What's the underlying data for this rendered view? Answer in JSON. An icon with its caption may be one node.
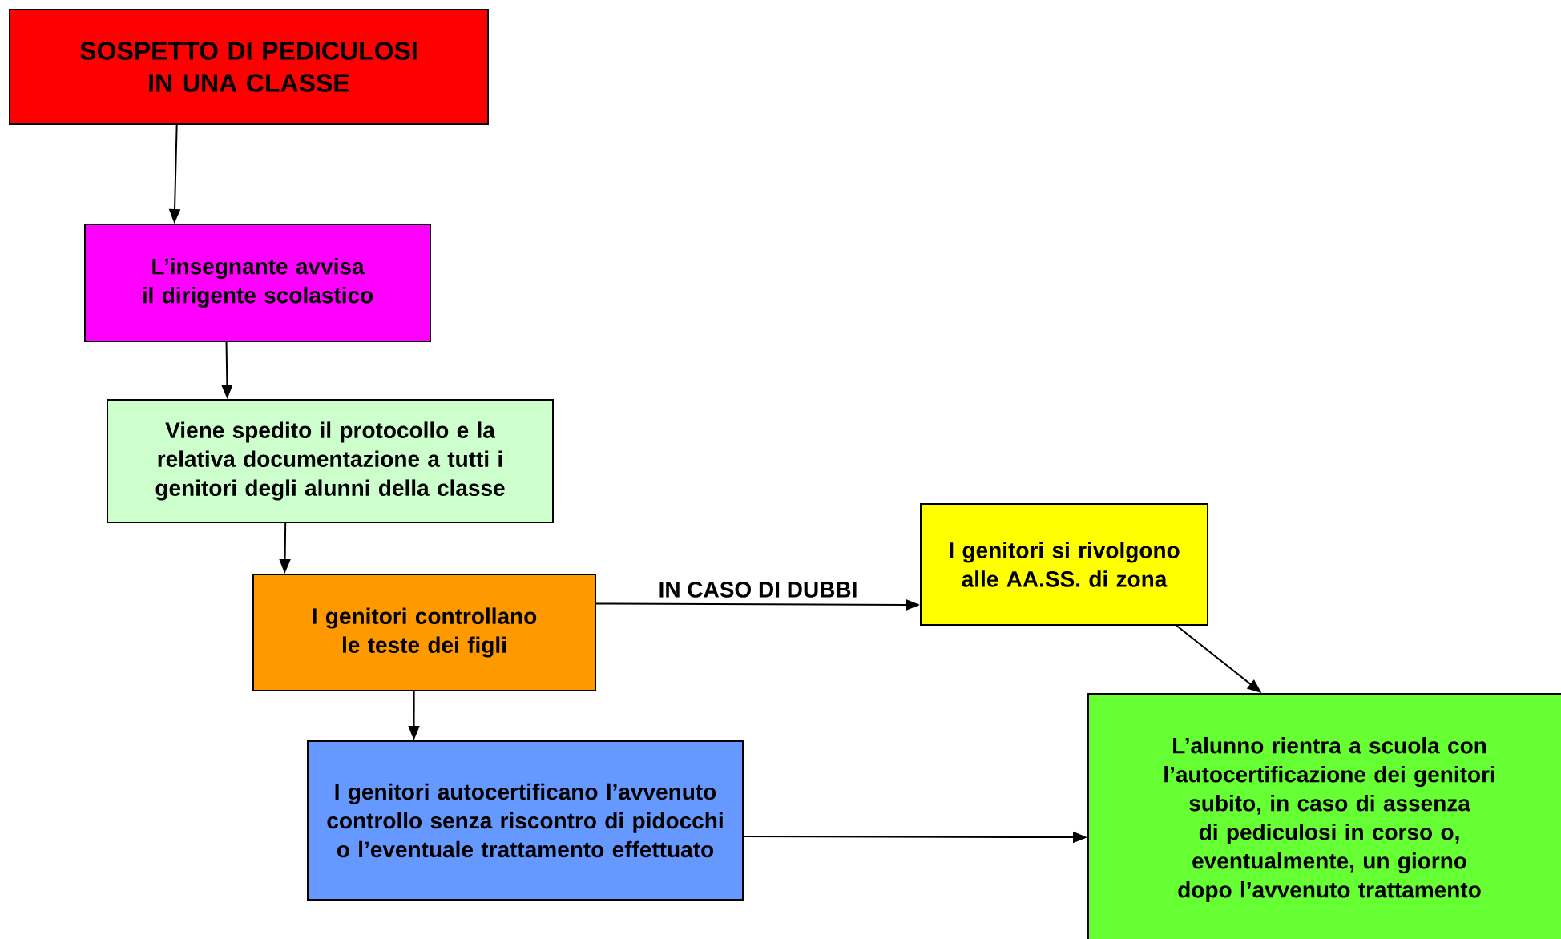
{
  "diagram": {
    "nodes": [
      {
        "text": [
          "SOSPETTO DI PEDICULOSI IN UNA CLASSE"
        ]
      },
      {
        "text": [
          "L’insegnante avvisa il dirigente scolastico"
        ]
      },
      {
        "text": [
          "Viene spedito il protocollo e la relativa documentazione a tutti i genitori degli alunni della classe"
        ]
      },
      {
        "text": [
          "I genitori controllano le teste dei figli"
        ]
      },
      {
        "text": [
          "I genitori si rivolgono alle AA.SS. di zona"
        ]
      },
      {
        "text": [
          "I genitori autocertificano l’avvenuto controllo senza riscontro di pidocchi o l’eventuale trattamento effettuato"
        ]
      },
      {
        "text": [
          "L’alunno rientra a scuola con l’autocertificazione dei genitori subito, in caso di assenza di pediculosi in corso o, eventualmente, un giorno dopo l’avvenuto trattamento"
        ]
      }
    ],
    "edges": [
      {
        "from": 0,
        "to": 1,
        "arrow": "to"
      },
      {
        "from": 1,
        "to": 2,
        "arrow": "to"
      },
      {
        "from": 2,
        "to": 3,
        "arrow": "to"
      },
      {
        "from": 3,
        "to": 4,
        "arrow": "to",
        "label": "IN CASO DI DUBBI"
      },
      {
        "from": 3,
        "to": 5,
        "arrow": "to"
      },
      {
        "from": 4,
        "to": 6,
        "arrow": "to"
      },
      {
        "from": 5,
        "to": 6,
        "arrow": "to"
      }
    ]
  }
}
